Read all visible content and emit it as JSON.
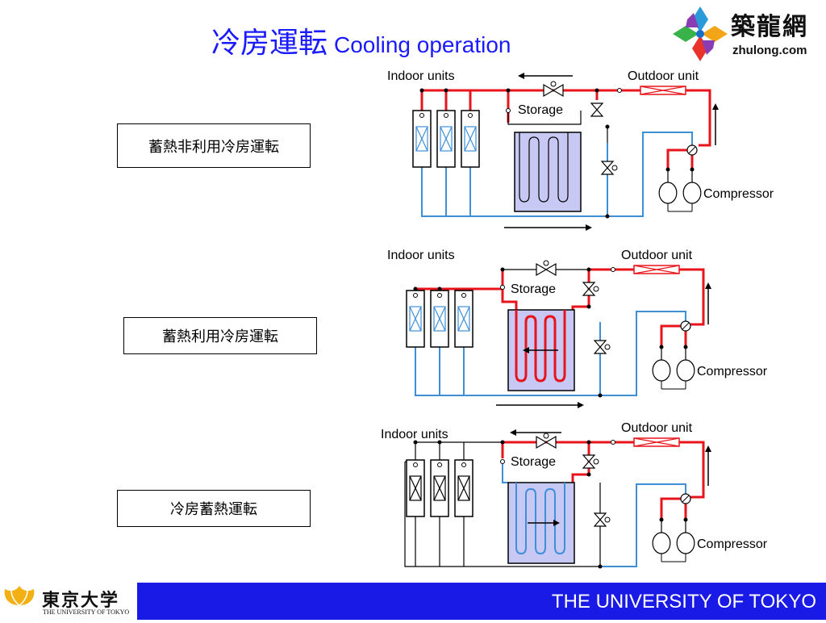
{
  "title": {
    "jp": "冷房運転",
    "en": "Cooling operation"
  },
  "logo": {
    "name": "築龍網",
    "domain": "zhulong.com"
  },
  "modes": [
    {
      "label": "蓄熱非利用冷房運転",
      "indoor_label": "Indoor units",
      "outdoor_label": "Outdoor unit",
      "storage_label": "Storage",
      "compressor_label": "Compressor"
    },
    {
      "label": "蓄熱利用冷房運転",
      "indoor_label": "Indoor units",
      "outdoor_label": "Outdoor unit",
      "storage_label": "Storage",
      "compressor_label": "Compressor"
    },
    {
      "label": "冷房蓄熱運転",
      "indoor_label": "Indoor units",
      "outdoor_label": "Outdoor unit",
      "storage_label": "Storage",
      "compressor_label": "Compressor"
    }
  ],
  "footer": {
    "university": "THE UNIVERSITY OF TOKYO",
    "logo_jp": "東京大学",
    "logo_en": "THE UNIVERSITY OF TOKYO"
  },
  "colors": {
    "title": "#1a1aff",
    "hot_pipe": "#e8141c",
    "cold_pipe": "#3f8fd8",
    "storage_fill": "#c8c8f4",
    "footer_bar": "#1a1ae6"
  }
}
